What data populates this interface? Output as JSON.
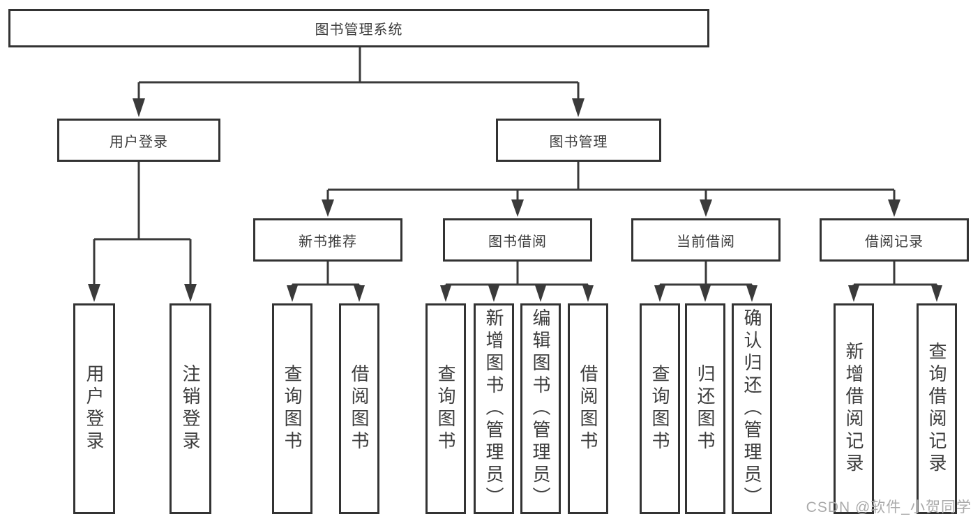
{
  "diagram": {
    "root": {
      "label": "图书管理系统"
    },
    "branches": [
      {
        "label": "用户登录",
        "children": [
          {
            "label": "用户登录"
          },
          {
            "label": "注销登录"
          }
        ]
      },
      {
        "label": "图书管理",
        "children": [
          {
            "label": "新书推荐",
            "children": [
              {
                "label": "查询图书"
              },
              {
                "label": "借阅图书"
              }
            ]
          },
          {
            "label": "图书借阅",
            "children": [
              {
                "label": "查询图书"
              },
              {
                "label": "新增图书（管理员）"
              },
              {
                "label": "编辑图书（管理员）"
              },
              {
                "label": "借阅图书"
              }
            ]
          },
          {
            "label": "当前借阅",
            "children": [
              {
                "label": "查询图书"
              },
              {
                "label": "归还图书"
              },
              {
                "label": "确认归还（管理员）"
              }
            ]
          },
          {
            "label": "借阅记录",
            "children": [
              {
                "label": "新增借阅记录"
              },
              {
                "label": "查询借阅记录"
              }
            ]
          }
        ]
      }
    ]
  },
  "watermark": {
    "text": "CSDN @软件_小贺同学"
  },
  "colors": {
    "background": "#ffffff",
    "border": "#333333",
    "line": "#3a3a3a",
    "text": "#3d3d3d",
    "watermark": "#aaaaaa"
  }
}
